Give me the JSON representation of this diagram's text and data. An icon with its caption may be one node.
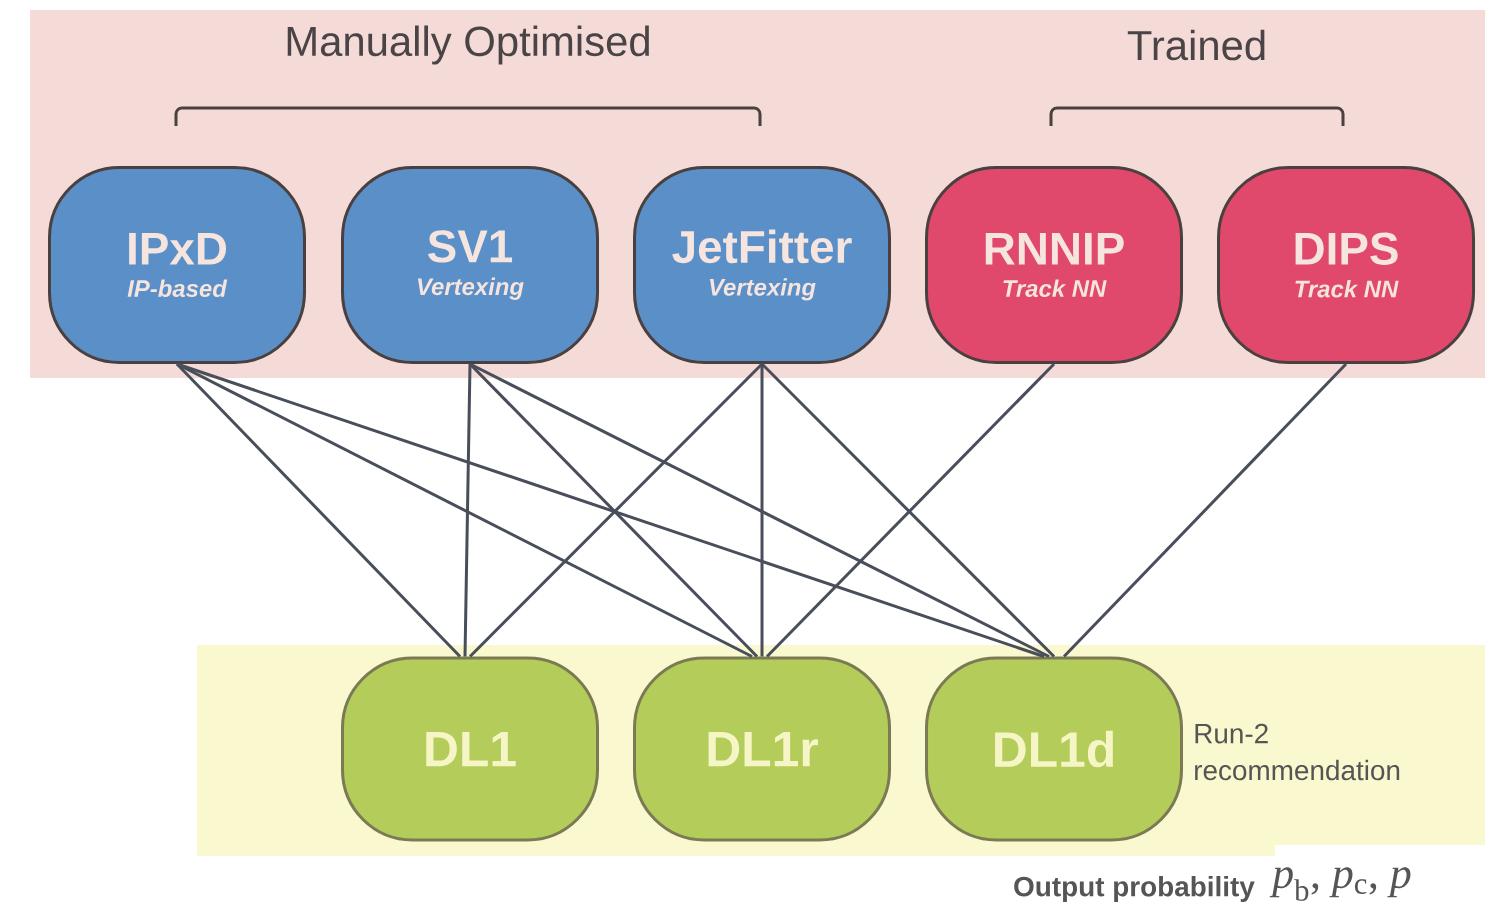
{
  "diagram": {
    "nodes": [
      {
        "text": [
          "IPxD",
          "IP-based"
        ]
      },
      {
        "text": [
          "SV1",
          "Vertexing"
        ]
      },
      {
        "text": [
          "JetFitter",
          "Vertexing"
        ]
      },
      {
        "text": [
          "RNNIP",
          "Track NN"
        ]
      },
      {
        "text": [
          "DIPS",
          "Track NN"
        ]
      },
      {
        "text": [
          "DL1"
        ]
      },
      {
        "text": [
          "DL1r"
        ]
      },
      {
        "text": [
          "DL1d"
        ],
        "beside": [
          "Run-2 recommendation"
        ]
      }
    ],
    "edges": [
      {
        "from": 0,
        "to": 5,
        "arrow": "none"
      },
      {
        "from": 0,
        "to": 6,
        "arrow": "none"
      },
      {
        "from": 0,
        "to": 7,
        "arrow": "none"
      },
      {
        "from": 1,
        "to": 5,
        "arrow": "none"
      },
      {
        "from": 1,
        "to": 6,
        "arrow": "none"
      },
      {
        "from": 1,
        "to": 7,
        "arrow": "none"
      },
      {
        "from": 2,
        "to": 5,
        "arrow": "none"
      },
      {
        "from": 2,
        "to": 6,
        "arrow": "none"
      },
      {
        "from": 2,
        "to": 7,
        "arrow": "none"
      },
      {
        "from": 3,
        "to": 6,
        "arrow": "none"
      },
      {
        "from": 4,
        "to": 7,
        "arrow": "none"
      }
    ],
    "labels": [
      "Manually Optimised",
      "Trained",
      "Output probability",
      "*p*$_{b}$, *p*$_{c}$, *p*"
    ]
  }
}
